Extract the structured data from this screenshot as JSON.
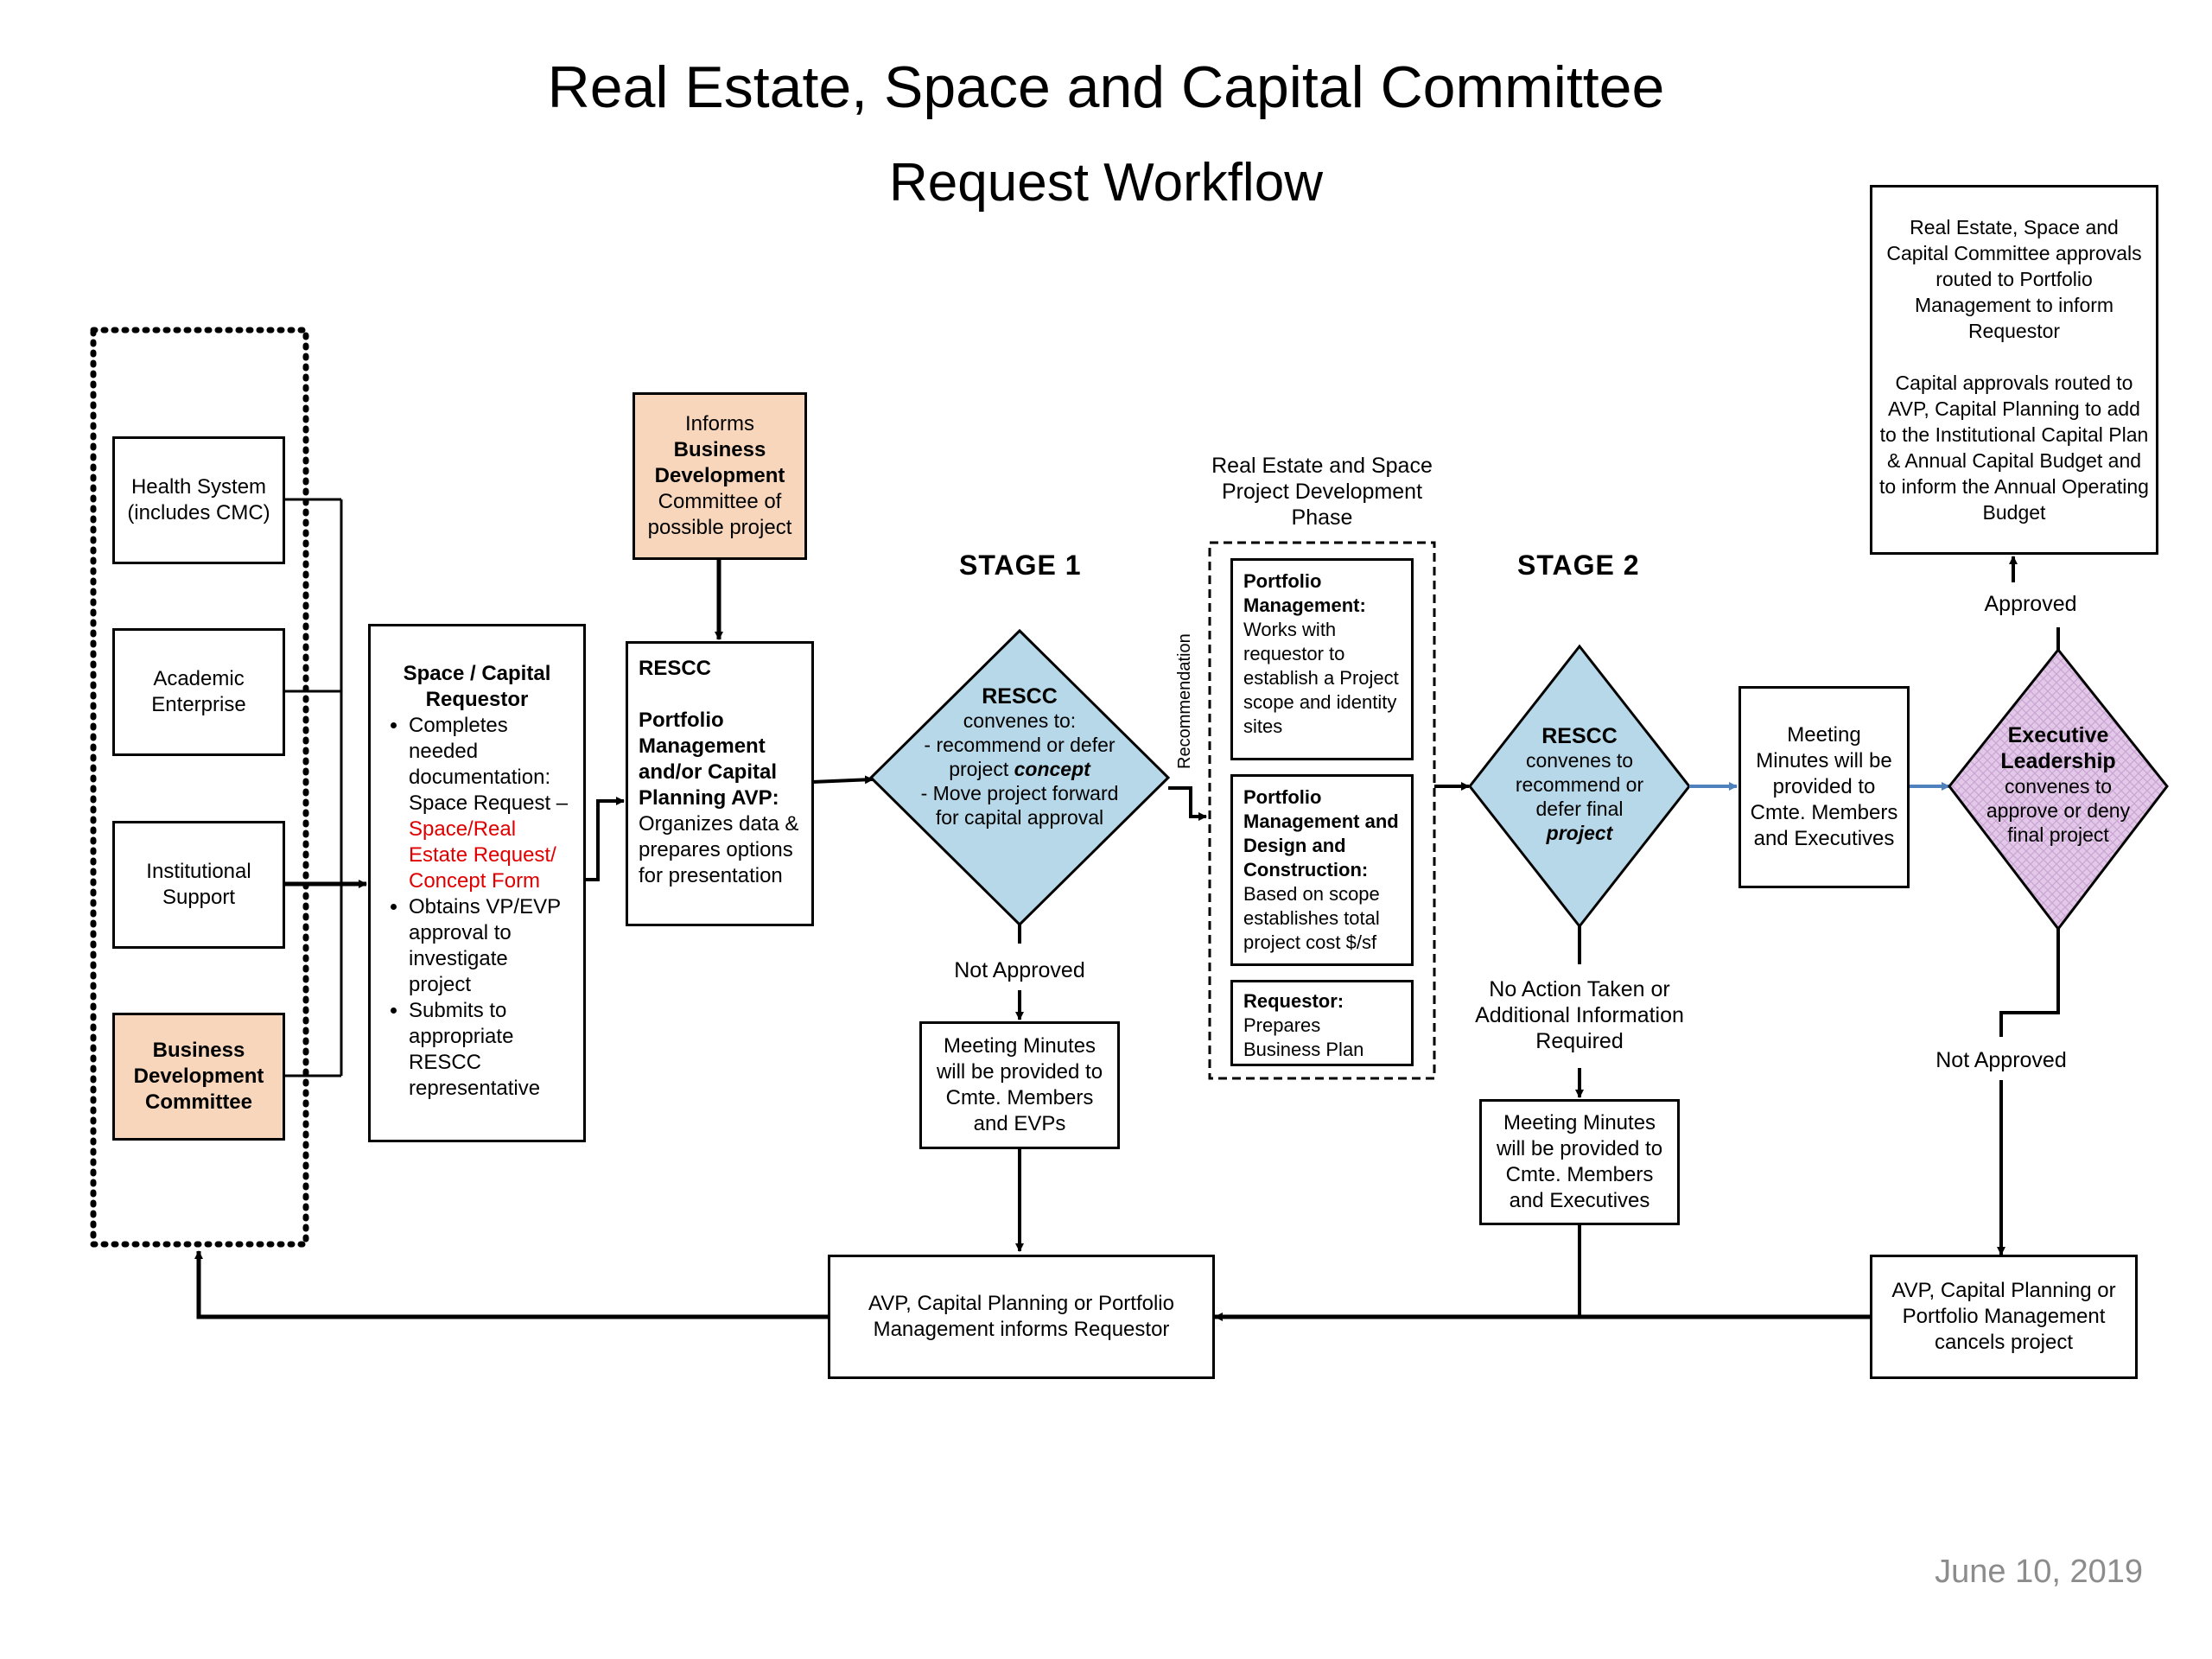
{
  "header": {
    "title": "Real Estate, Space and Capital Committee",
    "subtitle": "Request Workflow"
  },
  "sources": {
    "health_system": "Health System (includes CMC)",
    "academic": "Academic Enterprise",
    "institutional": "Institutional Support",
    "business_dev": "Business Development Committee"
  },
  "requestor": {
    "title": "Space / Capital Requestor",
    "bullet1_prefix": "Completes needed documentation: Space Request –",
    "bullet1_link": "Space/Real Estate Request/ Concept Form",
    "bullet2": "Obtains VP/EVP approval to investigate project",
    "bullet3": "Submits to appropriate RESCC representative"
  },
  "informs_bdc": {
    "line1": "Informs",
    "bold": "Business Development",
    "line3": "Committee of possible project"
  },
  "rescc_portfolio": {
    "title": "RESCC",
    "subtitle": "Portfolio Management and/or Capital Planning AVP:",
    "body": "Organizes data & prepares options for presentation"
  },
  "stage1": {
    "label": "STAGE 1",
    "diamond_title": "RESCC",
    "line1": "convenes to:",
    "line2": "- recommend or defer",
    "line3_prefix": "project ",
    "line3_em": "concept",
    "line4": "- Move project forward for capital approval",
    "not_approved": "Not Approved",
    "minutes": "Meeting Minutes will be provided to Cmte. Members and EVPs"
  },
  "recommendation_label": "Recommendation",
  "development_phase": {
    "label": "Real Estate and Space Project Development Phase",
    "pm_title": "Portfolio Management:",
    "pm_body": "Works with requestor to establish a Project scope and identity sites",
    "pmdc_title": "Portfolio Management and Design and Construction:",
    "pmdc_body": "Based on scope establishes total project cost $/sf",
    "req_title": "Requestor:",
    "req_body": "Prepares Business Plan"
  },
  "stage2": {
    "label": "STAGE 2",
    "diamond_title": "RESCC",
    "line1": "convenes to recommend or defer final",
    "line2_em": "project",
    "no_action": "No Action Taken or Additional Information Required",
    "minutes": "Meeting Minutes will be provided to Cmte. Members and Executives"
  },
  "minutes_exec": "Meeting Minutes will be provided to Cmte. Members and Executives",
  "exec": {
    "title": "Executive Leadership",
    "body": "convenes to approve or deny final project",
    "approved": "Approved",
    "not_approved": "Not Approved"
  },
  "approvals_box": {
    "para1": "Real Estate, Space and Capital Committee approvals routed to Portfolio Management to inform Requestor",
    "para2": "Capital approvals routed to AVP, Capital Planning to add to the Institutional Capital Plan & Annual Capital Budget and to inform the Annual Operating Budget"
  },
  "avp_informs": "AVP, Capital Planning or Portfolio Management informs Requestor",
  "avp_cancels": "AVP, Capital Planning or Portfolio Management cancels project",
  "footer": {
    "date": "June 10, 2019"
  },
  "colors": {
    "peach": "#f8d6bb",
    "stage_diamond": "#b7d8e8",
    "exec_diamond": "#e3c8ea",
    "blue_arrow": "#4f81bd"
  }
}
